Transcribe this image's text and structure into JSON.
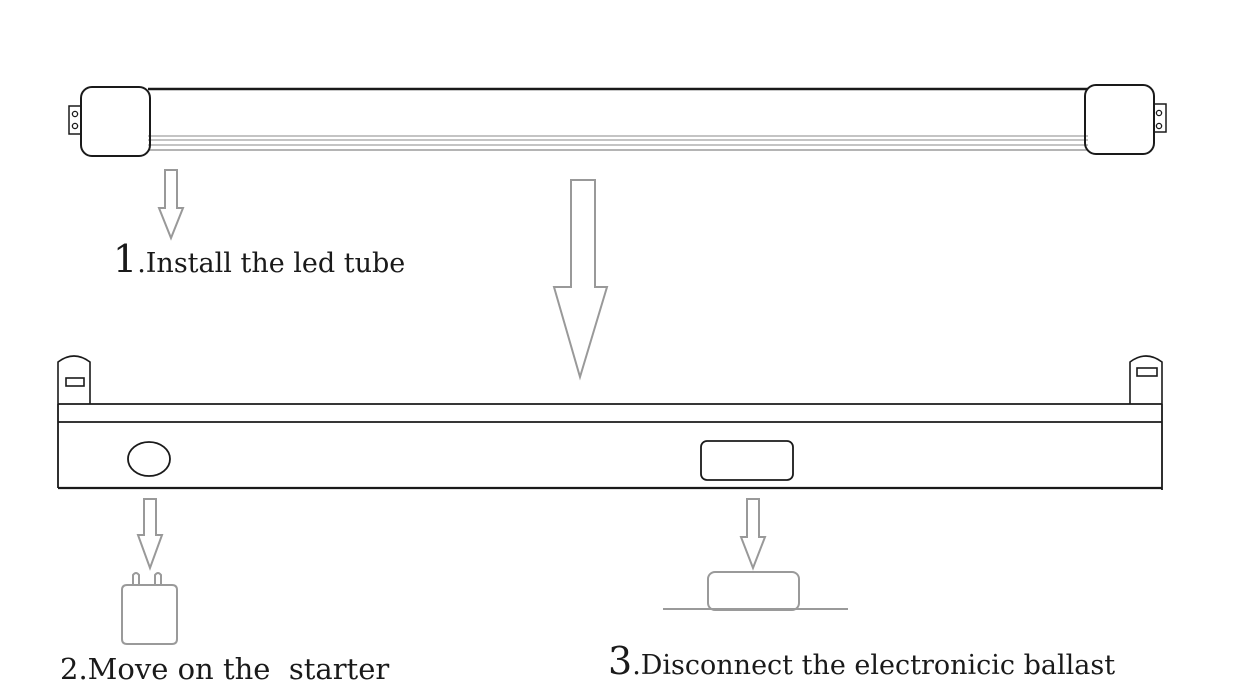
{
  "steps": [
    {
      "number": "1",
      "text": ".Install the led tube"
    },
    {
      "number": "2",
      "text": ".Move on the  starter"
    },
    {
      "number": "3",
      "text": ".Disconnect the electronicic ballast"
    }
  ],
  "colors": {
    "outline": "#1a1a1a",
    "arrow": "#999999",
    "component": "#9a9a9a"
  },
  "icons": {
    "tube": "led-tube",
    "fixture": "fluorescent-fixture",
    "starter": "starter",
    "ballast": "electronic-ballast"
  }
}
